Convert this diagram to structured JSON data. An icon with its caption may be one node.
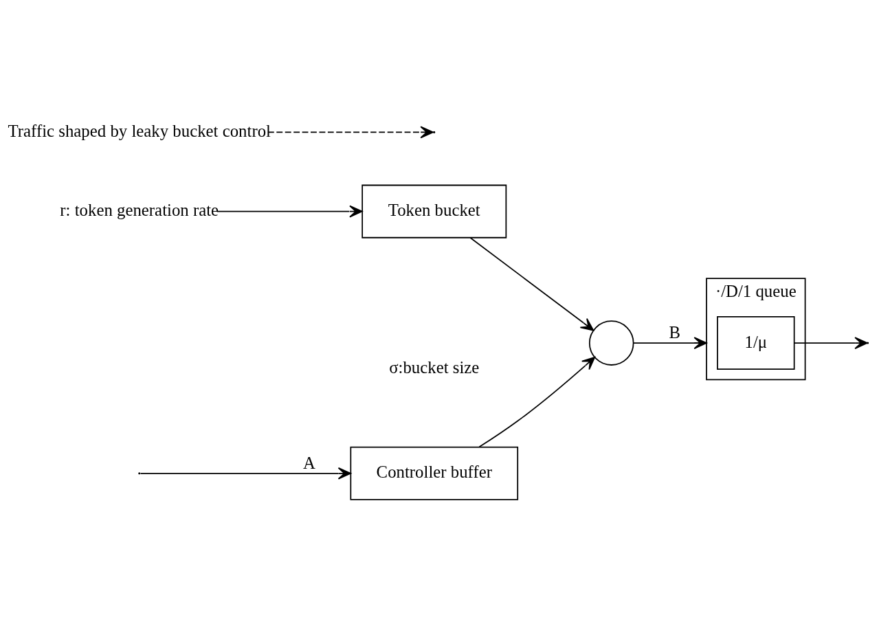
{
  "diagram": {
    "nodes": [
      {
        "text": [
          "Controller buffer"
        ]
      },
      {
        "text": [],
        "shape": "circle"
      },
      {
        "text": [
          "Token bucket"
        ]
      },
      {
        "text": [
          "·/D/1 queue"
        ]
      },
      {
        "text": [
          "1/μ"
        ],
        "in": 3
      },
      {
        "text": [
          "Traffic shaped by leaky bucket control"
        ]
      },
      {
        "text": [
          "r: token generation rate"
        ]
      }
    ],
    "edges": [
      {
        "from": null,
        "to": 0,
        "arrow": "to",
        "label": "A"
      },
      {
        "from": 0,
        "to": 1,
        "arrow": "to"
      },
      {
        "from": 1,
        "to": 3,
        "arrow": "to",
        "label": "B"
      },
      {
        "from": 2,
        "to": 1,
        "arrow": "to"
      },
      {
        "from": 6,
        "to": 2,
        "arrow": "to"
      },
      {
        "from": 4,
        "to": null,
        "arrow": "to"
      },
      {
        "from": 5,
        "to": null,
        "arrow": "to",
        "style": "dashed"
      }
    ],
    "labels": [
      "σ:bucket size"
    ]
  }
}
